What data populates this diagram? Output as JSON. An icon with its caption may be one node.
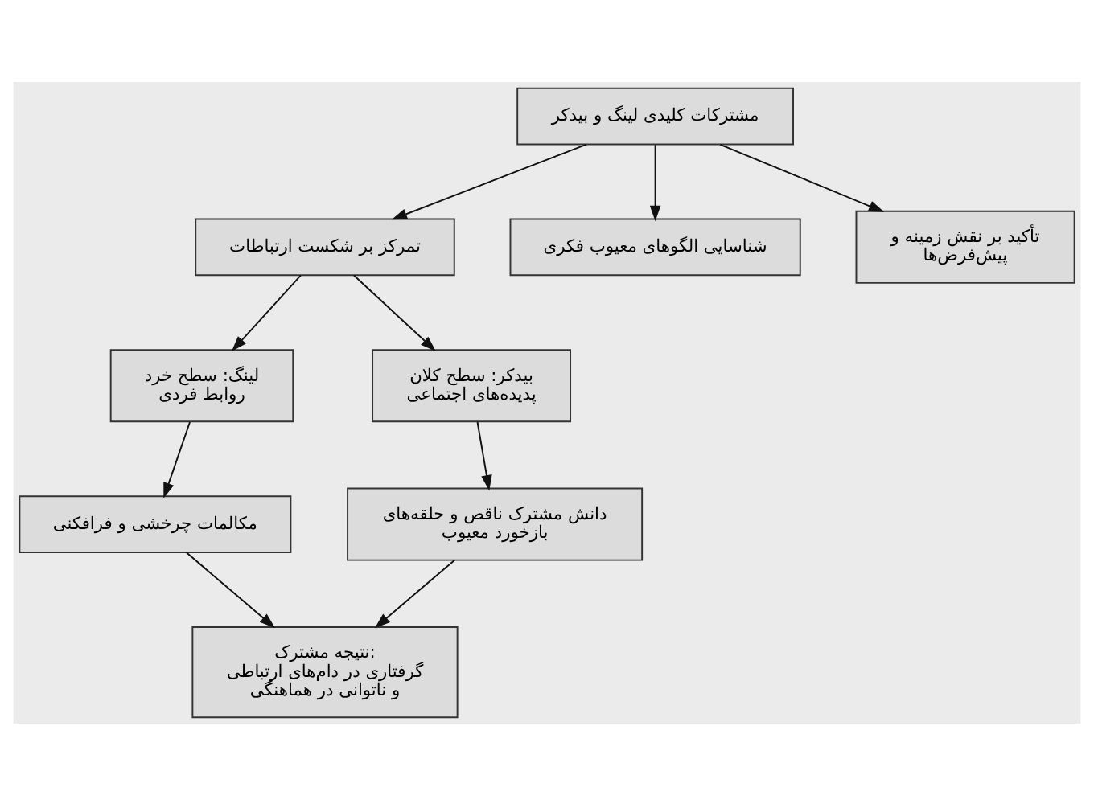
{
  "diagram": {
    "nodes": [
      {
        "text": [
          "مشترکات کلیدی لینگ و بیدکر"
        ]
      },
      {
        "text": [
          "تمرکز بر شکست ارتباطات"
        ]
      },
      {
        "text": [
          "شناسایی الگوهای معیوب فکری"
        ]
      },
      {
        "text": [
          "تأکید بر نقش زمینه و پیش‌فرض‌ها"
        ]
      },
      {
        "text": [
          "لینگ: سطح خرد",
          "روابط فردی"
        ]
      },
      {
        "text": [
          "بیدکر: سطح کلان",
          "پدیده‌های اجتماعی"
        ]
      },
      {
        "text": [
          "مکالمات چرخشی و فرافکنی"
        ]
      },
      {
        "text": [
          "دانش مشترک ناقص و حلقه‌های بازخورد معیوب"
        ]
      },
      {
        "text": [
          "نتیجه مشترک:",
          "گرفتاری در دام‌های ارتباطی و ناتوانی در هماهنگی"
        ]
      }
    ],
    "edges": [
      {
        "from": 0,
        "to": 1,
        "arrow": "to"
      },
      {
        "from": 0,
        "to": 2,
        "arrow": "to"
      },
      {
        "from": 0,
        "to": 3,
        "arrow": "to"
      },
      {
        "from": 1,
        "to": 4,
        "arrow": "to"
      },
      {
        "from": 1,
        "to": 5,
        "arrow": "to"
      },
      {
        "from": 4,
        "to": 6,
        "arrow": "to"
      },
      {
        "from": 5,
        "to": 7,
        "arrow": "to"
      },
      {
        "from": 6,
        "to": 8,
        "arrow": "to"
      },
      {
        "from": 7,
        "to": 8,
        "arrow": "to"
      }
    ]
  }
}
